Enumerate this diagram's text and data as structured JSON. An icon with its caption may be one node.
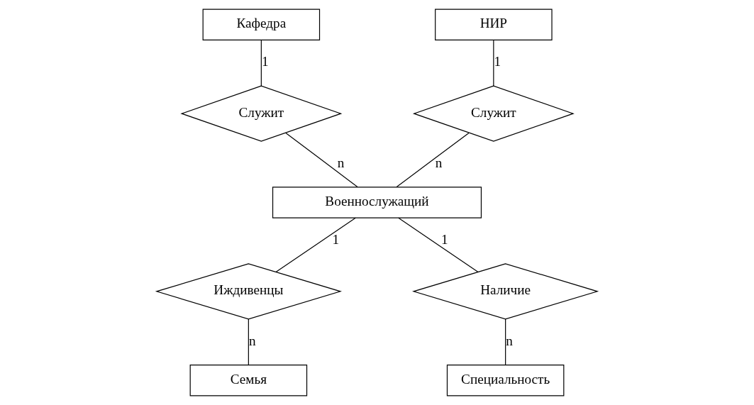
{
  "diagram": {
    "nodes": [
      {
        "text": [
          "Кафедра"
        ]
      },
      {
        "text": [
          "НИР"
        ]
      },
      {
        "text": [
          "Служит"
        ]
      },
      {
        "text": [
          "Служит"
        ]
      },
      {
        "text": [
          "Военнослужащий"
        ]
      },
      {
        "text": [
          "Иждивенцы"
        ]
      },
      {
        "text": [
          "Наличие"
        ]
      },
      {
        "text": [
          "Семья"
        ]
      },
      {
        "text": [
          "Специальность"
        ]
      }
    ],
    "edges": [
      {
        "from": 0,
        "to": 2,
        "arrow": "none",
        "label": "1"
      },
      {
        "from": 2,
        "to": 4,
        "arrow": "none",
        "label": "n"
      },
      {
        "from": 1,
        "to": 3,
        "arrow": "none",
        "label": "1"
      },
      {
        "from": 3,
        "to": 4,
        "arrow": "none",
        "label": "n"
      },
      {
        "from": 4,
        "to": 5,
        "arrow": "none",
        "label": "1"
      },
      {
        "from": 5,
        "to": 7,
        "arrow": "none",
        "label": "n"
      },
      {
        "from": 4,
        "to": 6,
        "arrow": "none",
        "label": "1"
      },
      {
        "from": 6,
        "to": 8,
        "arrow": "none",
        "label": "n"
      }
    ]
  }
}
